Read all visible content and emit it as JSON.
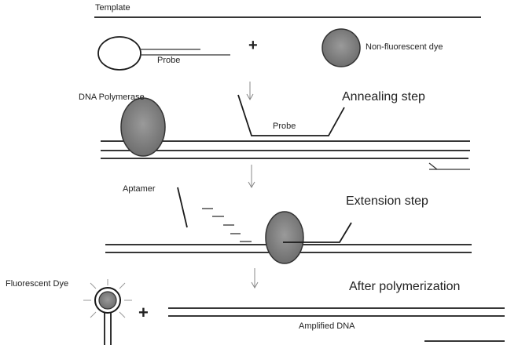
{
  "labels": {
    "template": "Template",
    "probe_top": "Probe",
    "plus_top": "+",
    "non_fluorescent_dye": "Non-fluorescent dye",
    "dna_polymerase": "DNA Polymerase",
    "annealing_step": "Annealing step",
    "probe_mid": "Probe",
    "aptamer": "Aptamer",
    "extension_step": "Extension step",
    "fluorescent_dye": "Fluorescent Dye",
    "plus_bottom": "+",
    "after_polymerization": "After polymerization",
    "amplified_dna": "Amplified DNA"
  },
  "colors": {
    "dye_fill": "#8a8a8a",
    "line": "#1a1a1a",
    "arrow": "#888888"
  }
}
